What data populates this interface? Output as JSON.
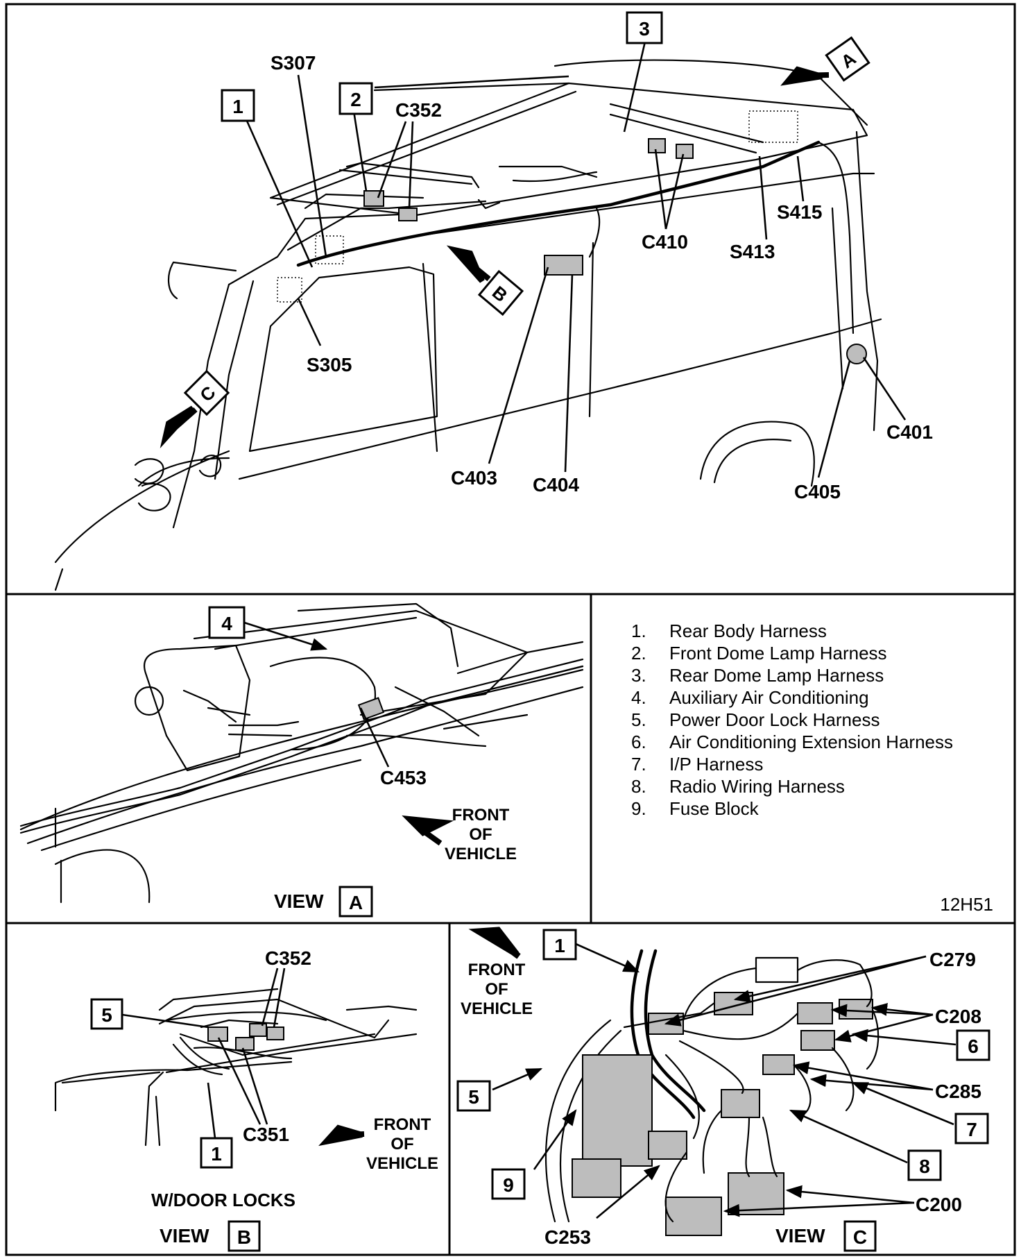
{
  "figure_id": "12H51",
  "main_view": {
    "callouts": [
      "1",
      "2",
      "3"
    ],
    "view_markers": [
      "A",
      "B",
      "C"
    ],
    "splice_labels": [
      "S307",
      "S305",
      "S413",
      "S415"
    ],
    "connector_labels": [
      "C352",
      "C410",
      "C403",
      "C404",
      "C401",
      "C405"
    ]
  },
  "view_a": {
    "title": "VIEW",
    "letter": "A",
    "callout": "4",
    "connector_label": "C453",
    "front_label": [
      "FRONT",
      "OF",
      "VEHICLE"
    ]
  },
  "view_b": {
    "title": "VIEW",
    "letter": "B",
    "subtitle": "W/DOOR LOCKS",
    "callouts": [
      "5",
      "1"
    ],
    "connector_labels": [
      "C352",
      "C351"
    ],
    "front_label": [
      "FRONT",
      "OF",
      "VEHICLE"
    ]
  },
  "view_c": {
    "title": "VIEW",
    "letter": "C",
    "callouts": [
      "1",
      "5",
      "6",
      "7",
      "8",
      "9"
    ],
    "connector_labels": [
      "C279",
      "C208",
      "C285",
      "C200",
      "C253"
    ],
    "front_label": [
      "FRONT",
      "OF",
      "VEHICLE"
    ]
  },
  "legend": [
    {
      "num": "1.",
      "text": "Rear Body Harness"
    },
    {
      "num": "2.",
      "text": "Front Dome Lamp Harness"
    },
    {
      "num": "3.",
      "text": "Rear Dome Lamp Harness"
    },
    {
      "num": "4.",
      "text": "Auxiliary Air Conditioning"
    },
    {
      "num": "5.",
      "text": "Power Door Lock Harness"
    },
    {
      "num": "6.",
      "text": "Air Conditioning Extension Harness"
    },
    {
      "num": "7.",
      "text": "I/P Harness"
    },
    {
      "num": "8.",
      "text": "Radio Wiring Harness"
    },
    {
      "num": "9.",
      "text": "Fuse Block"
    }
  ]
}
